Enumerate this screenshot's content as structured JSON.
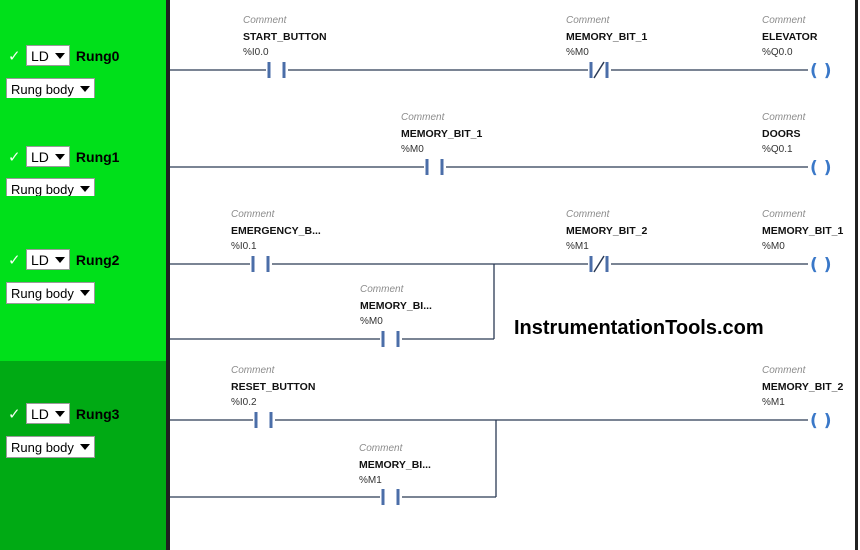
{
  "sidebar": {
    "language_select": "LD",
    "body_select": "Rung body",
    "rungs": [
      {
        "name": "Rung0"
      },
      {
        "name": "Rung1"
      },
      {
        "name": "Rung2"
      },
      {
        "name": "Rung3"
      }
    ]
  },
  "colors": {
    "rung_bg": "#00e01a",
    "rung_selected_bg": "#00aa14",
    "wire": "#2b3a55",
    "coil": "#3a78c8",
    "contact": "#4b6ea8"
  },
  "ladder": {
    "comment_label": "Comment",
    "rungs": [
      {
        "elements": [
          {
            "type": "contact-no",
            "symbol": "START_BUTTON",
            "address": "%I0.0"
          },
          {
            "type": "contact-nc",
            "symbol": "MEMORY_BIT_1",
            "address": "%M0"
          },
          {
            "type": "coil",
            "symbol": "ELEVATOR",
            "address": "%Q0.0"
          }
        ]
      },
      {
        "elements": [
          {
            "type": "contact-no",
            "symbol": "MEMORY_BIT_1",
            "address": "%M0"
          },
          {
            "type": "coil",
            "symbol": "DOORS",
            "address": "%Q0.1"
          }
        ]
      },
      {
        "elements": [
          {
            "type": "contact-no",
            "symbol": "EMERGENCY_B...",
            "address": "%I0.1"
          },
          {
            "type": "contact-nc",
            "symbol": "MEMORY_BIT_2",
            "address": "%M1"
          },
          {
            "type": "coil",
            "symbol": "MEMORY_BIT_1",
            "address": "%M0"
          },
          {
            "type": "contact-no",
            "symbol": "MEMORY_BI...",
            "address": "%M0",
            "branch": true
          }
        ]
      },
      {
        "elements": [
          {
            "type": "contact-no",
            "symbol": "RESET_BUTTON",
            "address": "%I0.2"
          },
          {
            "type": "coil",
            "symbol": "MEMORY_BIT_2",
            "address": "%M1"
          },
          {
            "type": "contact-no",
            "symbol": "MEMORY_BI...",
            "address": "%M1",
            "branch": true
          }
        ]
      }
    ]
  },
  "watermark": "InstrumentationTools.com"
}
